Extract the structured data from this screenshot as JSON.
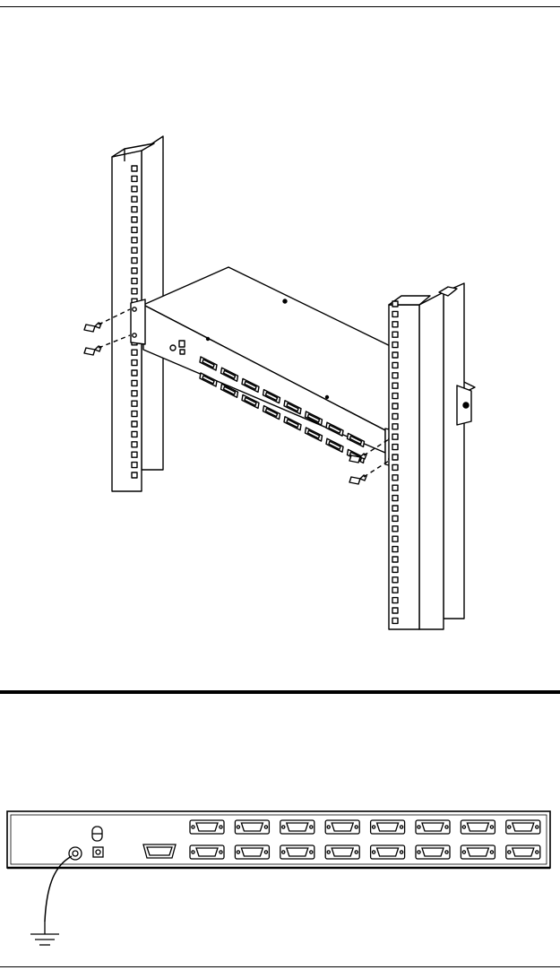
{
  "document": {
    "figures": [
      {
        "id": "rack-mount-illustration",
        "kind": "line-drawing"
      },
      {
        "id": "rear-panel-grounding-illustration",
        "kind": "line-drawing"
      }
    ],
    "rear_panel": {
      "port_rows": 2,
      "ports_per_row": 8
    },
    "icons": [
      "screw-icon",
      "ground-symbol-icon",
      "power-switch-icon"
    ]
  }
}
